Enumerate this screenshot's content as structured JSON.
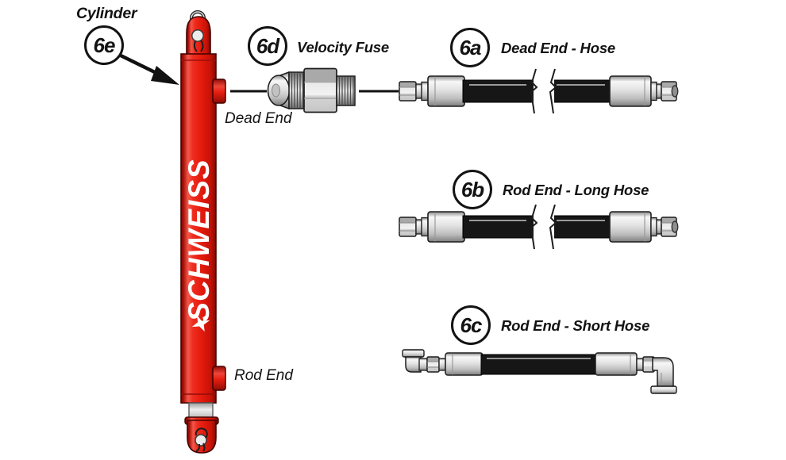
{
  "colors": {
    "cylinder_red": "#e51f10",
    "cylinder_red_highlight": "#f4574a",
    "cylinder_red_shadow": "#7e0a05",
    "hose_black": "#161616",
    "metal_gray": "#e3e3e3",
    "line_black": "#111111",
    "background": "#ffffff"
  },
  "cylinder": {
    "label": "Cylinder",
    "callout_id": "6e",
    "brand_text": "SCHWEISS",
    "top_port_label": "Dead End",
    "bottom_port_label": "Rod End"
  },
  "parts": {
    "velocity_fuse": {
      "callout_id": "6d",
      "label": "Velocity Fuse"
    },
    "dead_end_hose": {
      "callout_id": "6a",
      "label": "Dead End - Hose"
    },
    "rod_end_long_hose": {
      "callout_id": "6b",
      "label": "Rod End - Long Hose"
    },
    "rod_end_short_hose": {
      "callout_id": "6c",
      "label": "Rod End - Short Hose"
    }
  }
}
